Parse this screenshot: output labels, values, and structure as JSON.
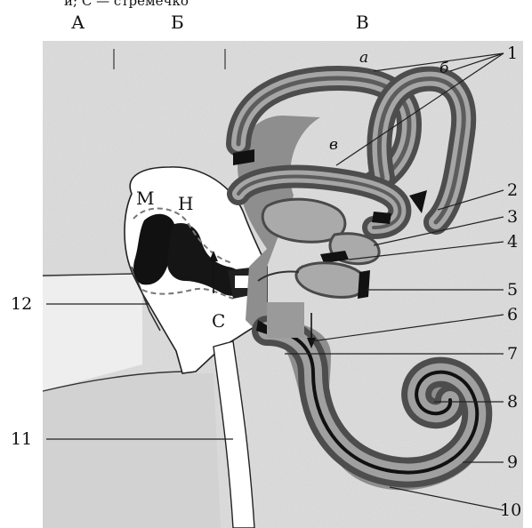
{
  "header": {
    "caption_fragment": "и; С — стремечко"
  },
  "sections": [
    "А",
    "Б",
    "В"
  ],
  "ossicles": {
    "malleus": "М",
    "incus": "Н",
    "stapes": "С"
  },
  "canal_letters": [
    "а",
    "б",
    "в"
  ],
  "callouts": [
    "1",
    "2",
    "3",
    "4",
    "5",
    "6",
    "7",
    "8",
    "9",
    "10",
    "11",
    "12"
  ],
  "colors": {
    "background": "#ffffff",
    "paper_gray": "#d9d9d9",
    "fluid_gray": "#9a9a9a",
    "wall_dark": "#4a4a4a",
    "black": "#111111"
  }
}
